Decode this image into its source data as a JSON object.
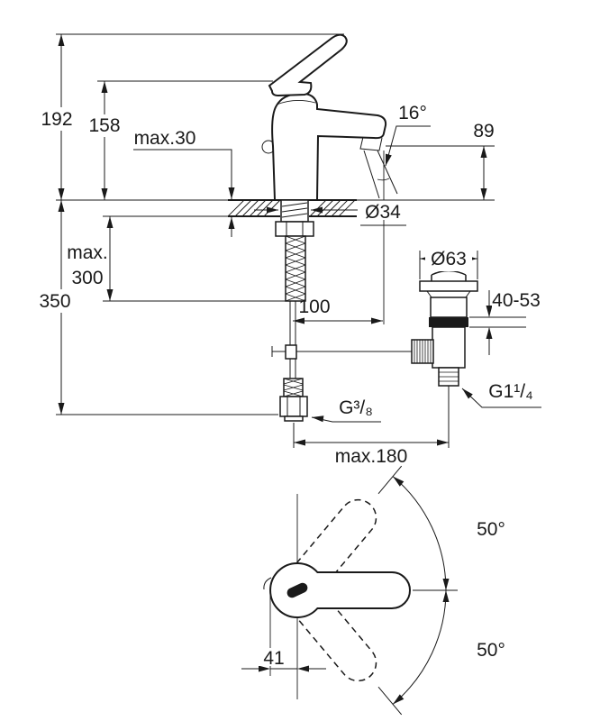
{
  "page": {
    "background": "#ffffff",
    "ink_color": "#1a1a1a",
    "drawing_type": "technical installation dimension drawing",
    "subject": "single-lever basin mixer faucet with pop-up waste"
  },
  "side_view": {
    "name": "side elevation with installation dimensions (mm)",
    "labels": {
      "overall_height": "192",
      "body_height": "158",
      "max_deck_thickness": "max.30",
      "spray_angle": "16°",
      "spout_height": "89",
      "hole_diameter": "Ø34",
      "max_hose_word": "max.",
      "max_hose_value": "300",
      "install_depth": "350",
      "spout_projection": "100",
      "waste_flange_diameter": "Ø63",
      "waste_clamp_range": "40-53",
      "waste_thread": "G1¹/₄",
      "supply_thread": "G³/₈",
      "max_waste_offset": "max.180"
    }
  },
  "top_view": {
    "name": "plan view of lever swivel range",
    "labels": {
      "swivel_up": "50°",
      "swivel_down": "50°",
      "lever_length": "41"
    }
  }
}
